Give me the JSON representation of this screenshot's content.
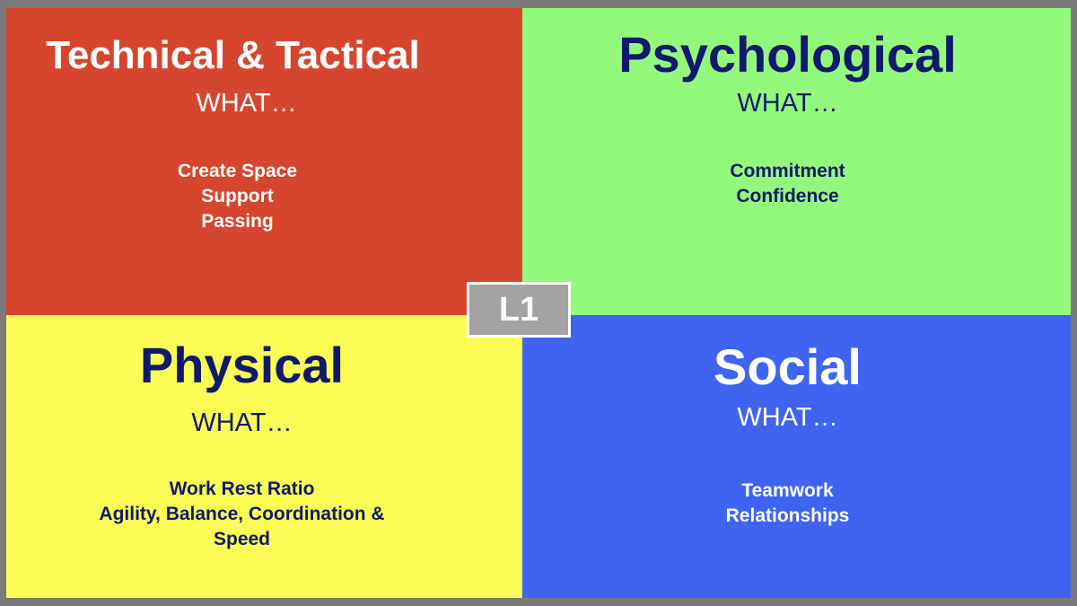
{
  "quadrants": {
    "technical": {
      "title": "Technical & Tactical",
      "what": "WHAT…",
      "items": [
        "Create Space",
        "Support",
        "Passing"
      ],
      "background": "#d6462e",
      "text_color": "#ffffff"
    },
    "psychological": {
      "title": "Psychological",
      "what": "WHAT…",
      "items": [
        "Commitment",
        "Confidence"
      ],
      "background": "#93f97d",
      "text_color": "#10196b"
    },
    "physical": {
      "title": "Physical",
      "what": "WHAT…",
      "items": [
        "Work Rest Ratio",
        "Agility, Balance, Coordination &",
        "Speed"
      ],
      "background": "#fbfc56",
      "text_color": "#10196b"
    },
    "social": {
      "title": "Social",
      "what": "WHAT…",
      "items": [
        "Teamwork",
        "Relationships"
      ],
      "background": "#3f64f2",
      "text_color": "#ffffff"
    }
  },
  "center": {
    "label": "L1",
    "background": "#a3a3a3"
  }
}
